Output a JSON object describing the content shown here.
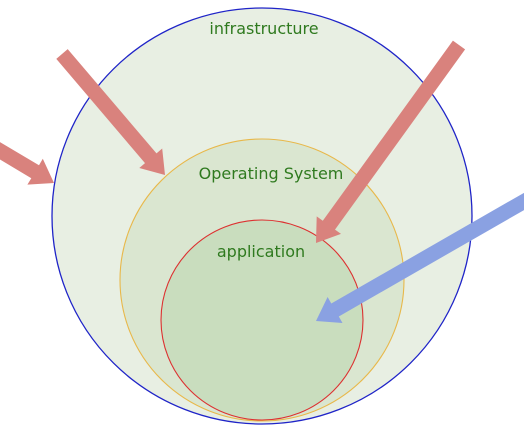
{
  "labels": {
    "infrastructure": "infrastructure",
    "operating_system": "Operating System",
    "application": "application"
  },
  "colors": {
    "background": "#ffffff",
    "infrastructure_fill": "#e8efe3",
    "infrastructure_stroke": "#1f24c8",
    "os_fill": "#d7e4cd",
    "os_stroke": "#e8b84a",
    "app_fill": "#c7dcbb",
    "app_stroke": "#dd3030",
    "label_text": "#2f7a1f",
    "arrow_red": "#d9827d",
    "arrow_blue": "#8aa1e2"
  }
}
